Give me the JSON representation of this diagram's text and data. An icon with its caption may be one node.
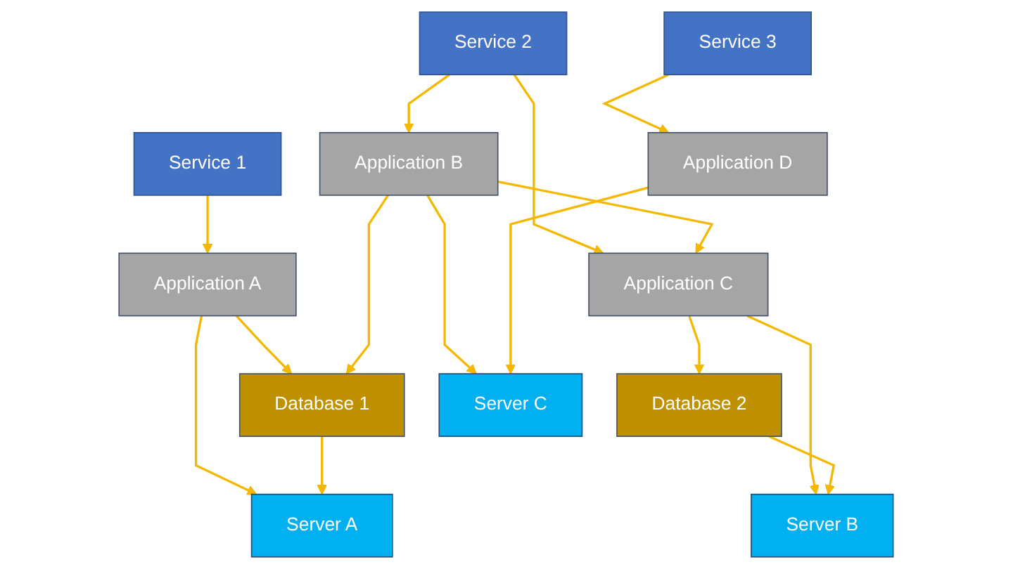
{
  "diagram": {
    "nodes": [
      {
        "text": [
          "Service 1"
        ]
      },
      {
        "text": [
          "Service 2"
        ]
      },
      {
        "text": [
          "Service 3"
        ]
      },
      {
        "text": [
          "Application A"
        ]
      },
      {
        "text": [
          "Application B"
        ]
      },
      {
        "text": [
          "Application C"
        ]
      },
      {
        "text": [
          "Application D"
        ]
      },
      {
        "text": [
          "Database 1"
        ]
      },
      {
        "text": [
          "Database 2"
        ]
      },
      {
        "text": [
          "Server A"
        ]
      },
      {
        "text": [
          "Server B"
        ]
      },
      {
        "text": [
          "Server C"
        ]
      }
    ],
    "edges": [
      {
        "from": 0,
        "to": 3,
        "arrow": "to"
      },
      {
        "from": 1,
        "to": 4,
        "arrow": "to"
      },
      {
        "from": 1,
        "to": 5,
        "arrow": "to"
      },
      {
        "from": 2,
        "to": 6,
        "arrow": "to"
      },
      {
        "from": 4,
        "to": 5,
        "arrow": "to"
      },
      {
        "from": 3,
        "to": 7,
        "arrow": "to"
      },
      {
        "from": 3,
        "to": 9,
        "arrow": "to"
      },
      {
        "from": 4,
        "to": 7,
        "arrow": "to"
      },
      {
        "from": 4,
        "to": 11,
        "arrow": "to"
      },
      {
        "from": 5,
        "to": 8,
        "arrow": "to"
      },
      {
        "from": 5,
        "to": 10,
        "arrow": "to"
      },
      {
        "from": 6,
        "to": 11,
        "arrow": "to"
      },
      {
        "from": 7,
        "to": 9,
        "arrow": "to"
      },
      {
        "from": 8,
        "to": 10,
        "arrow": "to"
      }
    ]
  }
}
